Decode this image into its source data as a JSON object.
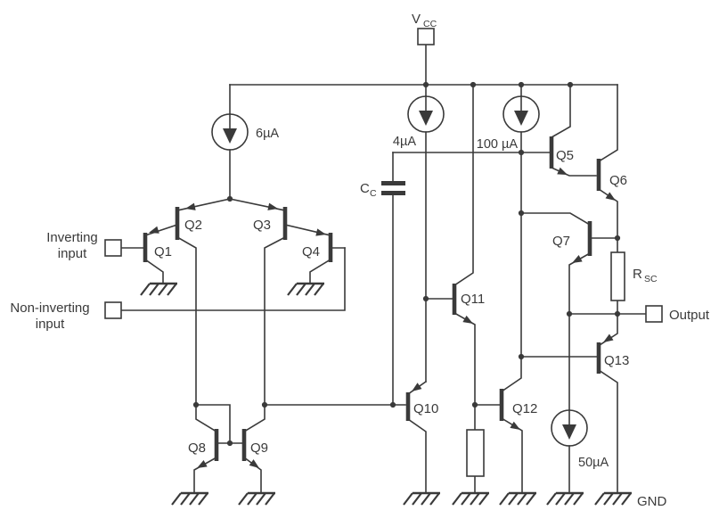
{
  "theme": {
    "ink": "#3a3a3a",
    "background": "#ffffff"
  },
  "schematic": {
    "power": {
      "vcc": {
        "base": "V",
        "sub": "CC"
      },
      "gnd_label": "GND"
    },
    "inputs": {
      "inverting": {
        "line1": "Inverting",
        "line2": "input"
      },
      "noninverting": {
        "line1": "Non-inverting",
        "line2": "input"
      }
    },
    "output_label": "Output",
    "current_sources": {
      "tail": "6µA",
      "second_stage": "4µA",
      "output_stage": "100 µA",
      "sink": "50µA"
    },
    "capacitor": {
      "base": "C",
      "sub": "C"
    },
    "resistor_sc": {
      "base": "R",
      "sub": "SC"
    },
    "transistors": [
      "Q1",
      "Q2",
      "Q3",
      "Q4",
      "Q5",
      "Q6",
      "Q7",
      "Q8",
      "Q9",
      "Q10",
      "Q11",
      "Q12",
      "Q13"
    ]
  }
}
